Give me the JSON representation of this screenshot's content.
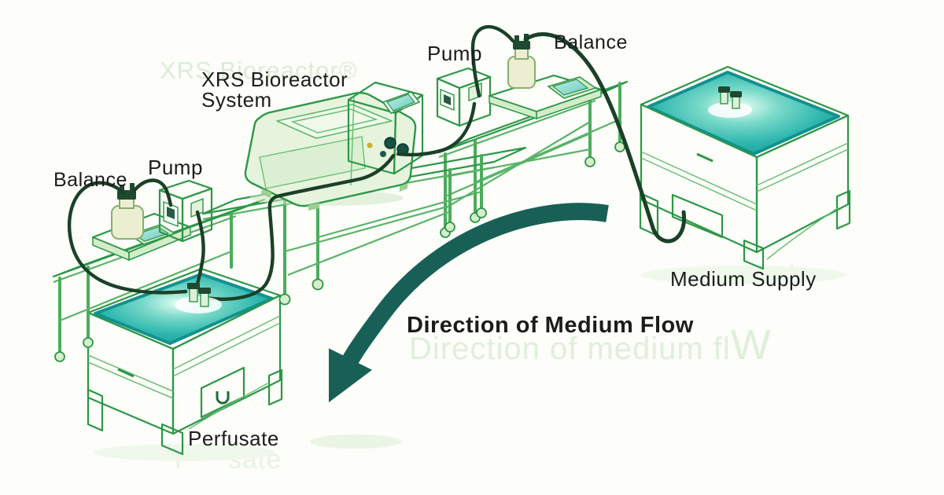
{
  "labels": {
    "balance_left": "Balance",
    "pump_left": "Pump",
    "system_line1": "XRS Bioreactor",
    "system_line2": "System",
    "pump_top": "Pump",
    "balance_top": "Balance",
    "medium_supply": "Medium Supply",
    "flow_direction": "Direction of Medium Flow",
    "perfusate": "Perfusate"
  },
  "watermarks": {
    "title": "XRS Bioreactor®",
    "flow_main": "Direction of medium fl",
    "flow_w": "W",
    "supply_fragment": "ply",
    "perfusate_f": "F",
    "perfusate_fragment": "sate"
  },
  "colors": {
    "outline_green": "#2c9747",
    "light_green_fill": "#e9f7e2",
    "mid_green_fill": "#d3ecca",
    "liquid_teal": "#3fc2b6",
    "liquid_edge_teal": "#12918f",
    "tube_dark_green": "#1b4028",
    "arrow_teal": "#186055",
    "label_text": "#1c1c1c",
    "watermark_green": "#e0efdb",
    "bottle_cream": "#eceed2",
    "background": "#fdfdf9"
  }
}
